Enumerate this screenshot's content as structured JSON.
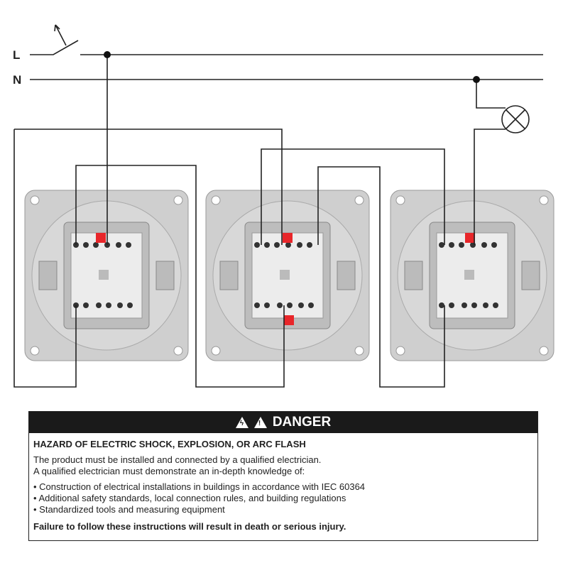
{
  "diagram": {
    "line_label": "L",
    "neutral_label": "N"
  },
  "colors": {
    "wire": "#222222",
    "plate": "#c9c9c9",
    "module": "#e8e8e8",
    "red_button": "#e8262a",
    "header_bg": "#1a1a1a"
  },
  "danger": {
    "title": "DANGER",
    "icons": [
      "electric-shock-warning-icon",
      "general-warning-icon"
    ],
    "subtitle": "HAZARD OF ELECTRIC SHOCK, EXPLOSION, OR ARC FLASH",
    "intro": [
      "The product must be installed and connected by a qualified electrician.",
      "A qualified electrician must demonstrate an in-depth knowledge of:"
    ],
    "bullets": [
      "Construction of electrical installations in buildings in accordance with IEC 60364",
      "Additional safety standards, local connection rules, and building regulations",
      "Standardized tools and measuring equipment"
    ],
    "warning": "Failure to follow these instructions will result in death or serious injury."
  }
}
